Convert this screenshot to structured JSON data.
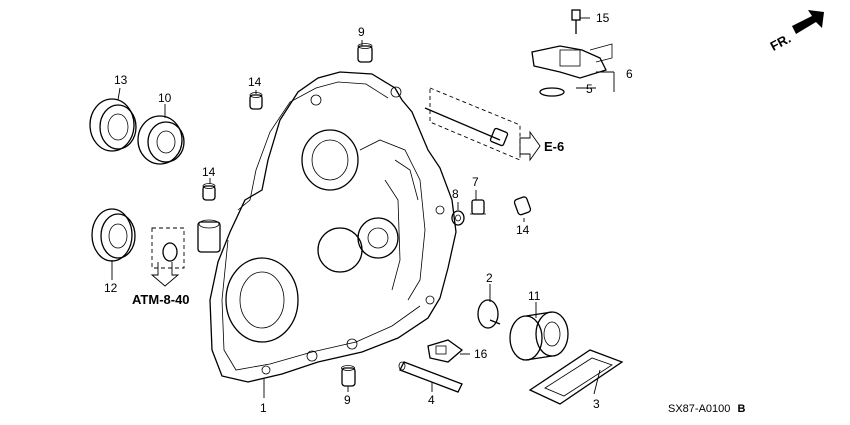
{
  "callouts": [
    "1",
    "2",
    "3",
    "4",
    "5",
    "6",
    "7",
    "8",
    "9",
    "9",
    "10",
    "11",
    "12",
    "13",
    "14",
    "14",
    "14",
    "15",
    "16"
  ],
  "refs": {
    "e6": "E-6",
    "atm": "ATM-8-40",
    "front": "FR."
  },
  "diagram_code": "SX87-A0100",
  "diagram_rev": "B"
}
